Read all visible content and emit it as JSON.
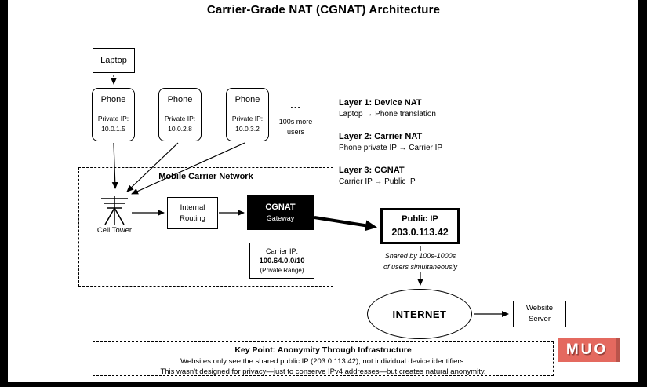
{
  "title": "Carrier-Grade NAT (CGNAT) Architecture",
  "devices": {
    "laptop": {
      "label": "Laptop"
    },
    "phones": [
      {
        "label": "Phone",
        "ip_label": "Private IP:",
        "ip": "10.0.1.5"
      },
      {
        "label": "Phone",
        "ip_label": "Private IP:",
        "ip": "10.0.2.8"
      },
      {
        "label": "Phone",
        "ip_label": "Private IP:",
        "ip": "10.0.3.2"
      }
    ],
    "more_users": {
      "dots": "...",
      "line1": "100s more",
      "line2": "users"
    }
  },
  "layers": [
    {
      "heading": "Layer 1: Device NAT",
      "detail": "Laptop → Phone translation"
    },
    {
      "heading": "Layer 2: Carrier NAT",
      "detail": "Phone private IP → Carrier IP"
    },
    {
      "heading": "Layer 3: CGNAT",
      "detail": "Carrier IP → Public IP"
    }
  ],
  "carrier_network": {
    "label": "Mobile Carrier Network",
    "cell_tower_label": "Cell Tower",
    "internal_routing_line1": "Internal",
    "internal_routing_line2": "Routing",
    "cgnat_line1": "CGNAT",
    "cgnat_line2": "Gateway",
    "carrier_ip_line1": "Carrier IP:",
    "carrier_ip_line2": "100.64.0.0/10",
    "carrier_ip_line3": "(Private Range)"
  },
  "public_ip": {
    "label": "Public IP",
    "value": "203.0.113.42",
    "note_line1": "Shared by 100s-1000s",
    "note_line2": "of users simultaneously"
  },
  "internet_label": "INTERNET",
  "website_server": {
    "line1": "Website",
    "line2": "Server"
  },
  "key_point": {
    "heading": "Key Point: Anonymity Through Infrastructure",
    "line1": "Websites only see the shared public IP (203.0.113.42), not individual device identifiers.",
    "line2": "This wasn't designed for privacy—just to conserve IPv4 addresses—but creates natural anonymity."
  },
  "logo": {
    "text": "MUO",
    "color": "#e4695f"
  }
}
